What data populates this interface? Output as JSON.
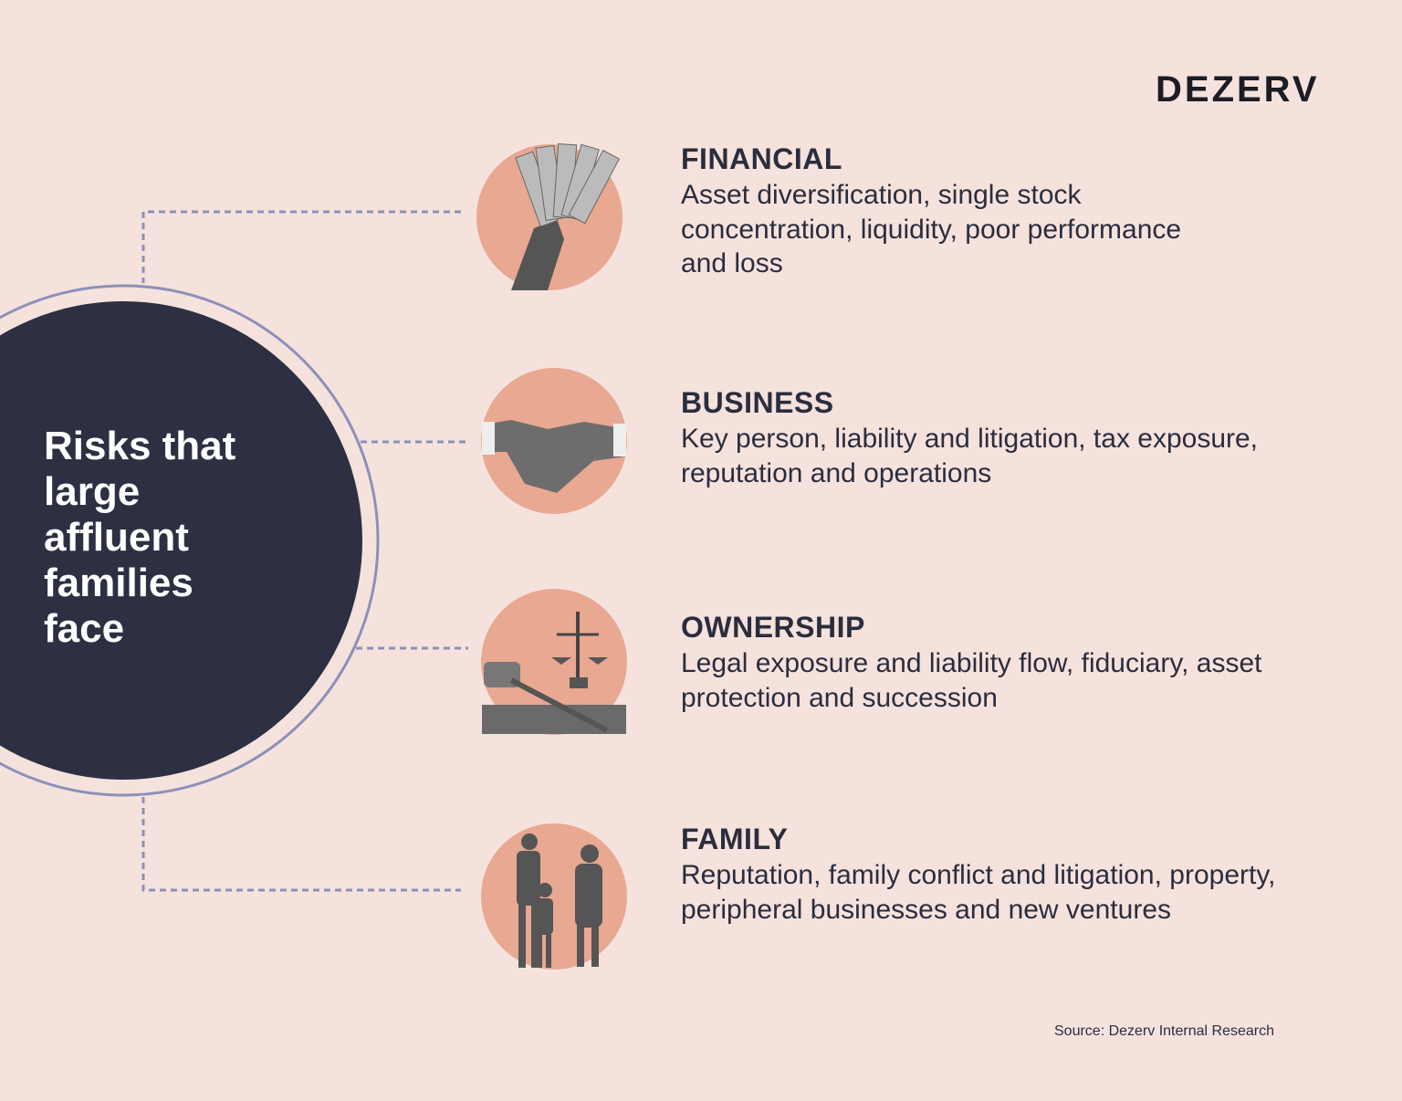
{
  "brand": "DEZERV",
  "hero_title": "Risks that large affluent families face",
  "colors": {
    "background": "#f5e2dd",
    "dark_circle": "#2d2f42",
    "ring": "#8d90b8",
    "icon_circle": "#e8a891"
  },
  "risks": [
    {
      "title": "FINANCIAL",
      "body": "Asset diversification, single stock concentration, liquidity, poor performance and loss",
      "icon": "money-in-hand-icon"
    },
    {
      "title": "BUSINESS",
      "body": "Key person, liability and litigation, tax exposure, reputation and operations",
      "icon": "handshake-icon"
    },
    {
      "title": "OWNERSHIP",
      "body": "Legal exposure and liability flow, fiduciary, asset protection and succession",
      "icon": "gavel-scales-icon"
    },
    {
      "title": "FAMILY",
      "body": "Reputation, family conflict and litigation, property, peripheral businesses and new ventures",
      "icon": "family-icon"
    }
  ],
  "source": "Source: Dezerv Internal Research"
}
